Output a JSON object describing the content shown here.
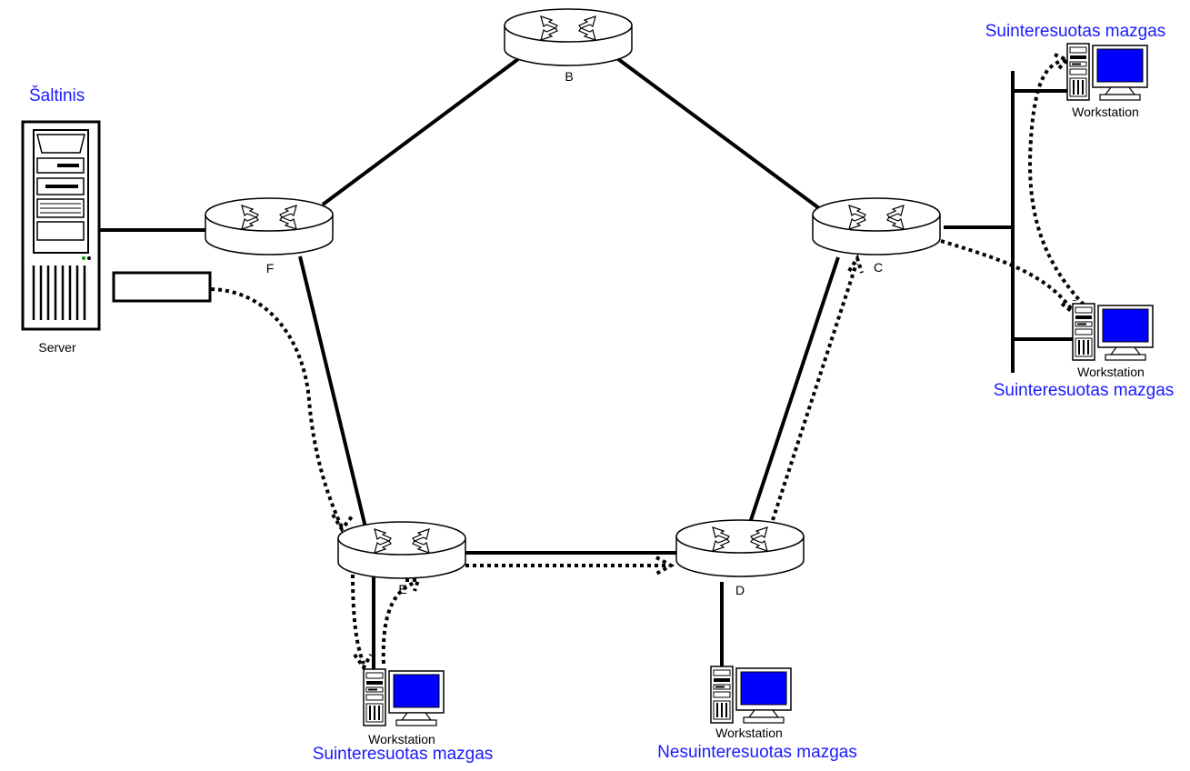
{
  "labels": {
    "source": "Šaltinis",
    "server": "Server",
    "workstation": "Workstation",
    "interested": "Suinteresuotas mazgas",
    "not_interested": "Nesuinteresuotas mazgas"
  },
  "routers": {
    "b": "B",
    "c": "C",
    "d": "D",
    "e": "E",
    "f": "F"
  },
  "colors": {
    "label_blue": "#1a1aff",
    "screen_blue": "#0000ff",
    "line": "#000000"
  }
}
